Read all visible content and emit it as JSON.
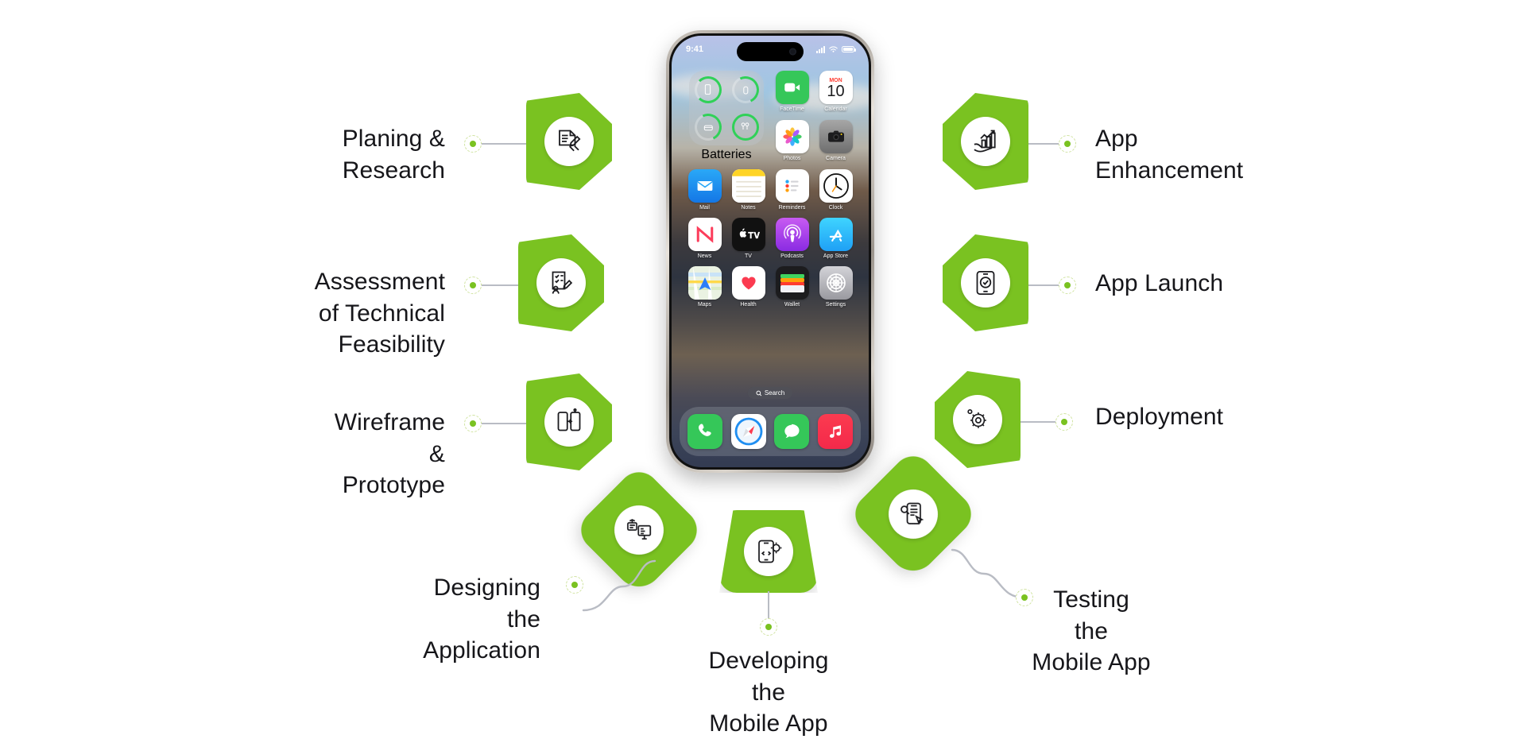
{
  "diagram": {
    "accent_green": "#7ac221",
    "line_color": "#b9bcc4",
    "text_color": "#16161a",
    "steps_left": [
      {
        "label": "Planing &\nResearch",
        "icon": "document-edit-icon"
      },
      {
        "label": "Assessment\nof Technical\nFeasibility",
        "icon": "checklist-edit-icon"
      },
      {
        "label": "Wireframe\n&\nPrototype",
        "icon": "two-phones-flow-icon"
      }
    ],
    "steps_right": [
      {
        "label": "App\nEnhancement",
        "icon": "growth-chart-hand-icon"
      },
      {
        "label": "App Launch",
        "icon": "phone-check-icon"
      },
      {
        "label": "Deployment",
        "icon": "rocket-gear-icon"
      }
    ],
    "steps_bottom": [
      {
        "label": "Designing\nthe\nApplication",
        "icon": "design-layout-icon"
      },
      {
        "label": "Developing\nthe\nMobile App",
        "icon": "phone-code-gear-icon"
      },
      {
        "label": "Testing\nthe\nMobile App",
        "icon": "phone-test-cursor-icon"
      }
    ]
  },
  "phone": {
    "status": {
      "time": "9:41",
      "signal": "signal-bars-icon",
      "wifi": "wifi-icon",
      "battery": "battery-icon"
    },
    "widget": {
      "name": "Batteries"
    },
    "apps_row1": [
      {
        "name": "FaceTime",
        "icon": "facetime-icon"
      },
      {
        "name": "Calendar",
        "icon": "calendar-icon",
        "day_label": "MON",
        "day_number": "10"
      }
    ],
    "apps_row2": [
      {
        "name": "Photos",
        "icon": "photos-icon"
      },
      {
        "name": "Camera",
        "icon": "camera-icon"
      }
    ],
    "apps_row3": [
      {
        "name": "Mail",
        "icon": "mail-icon"
      },
      {
        "name": "Notes",
        "icon": "notes-icon"
      },
      {
        "name": "Reminders",
        "icon": "reminders-icon"
      },
      {
        "name": "Clock",
        "icon": "clock-icon"
      }
    ],
    "apps_row4": [
      {
        "name": "News",
        "icon": "news-icon"
      },
      {
        "name": "TV",
        "icon": "tv-icon"
      },
      {
        "name": "Podcasts",
        "icon": "podcasts-icon"
      },
      {
        "name": "App Store",
        "icon": "app-store-icon"
      }
    ],
    "apps_row5": [
      {
        "name": "Maps",
        "icon": "maps-icon"
      },
      {
        "name": "Health",
        "icon": "health-icon"
      },
      {
        "name": "Wallet",
        "icon": "wallet-icon"
      },
      {
        "name": "Settings",
        "icon": "settings-icon"
      }
    ],
    "search": {
      "label": "Search",
      "icon": "search-icon"
    },
    "dock": [
      {
        "name": "Phone",
        "icon": "phone-icon"
      },
      {
        "name": "Safari",
        "icon": "safari-icon"
      },
      {
        "name": "Messages",
        "icon": "messages-icon"
      },
      {
        "name": "Music",
        "icon": "music-icon"
      }
    ]
  }
}
